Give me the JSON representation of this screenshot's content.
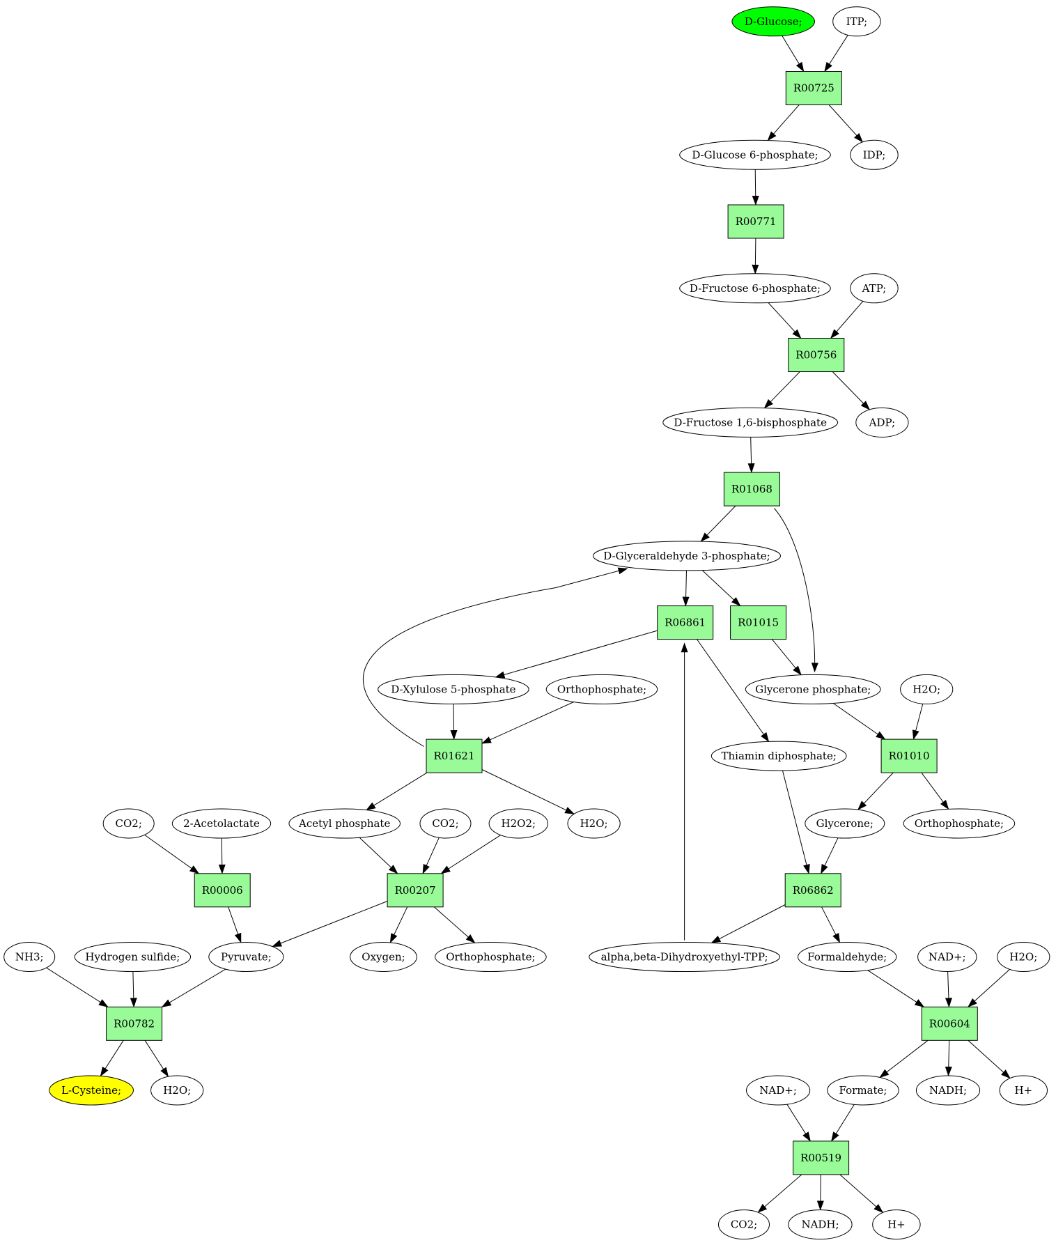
{
  "colors": {
    "reaction_fill": "#98FB98",
    "compound_fill": "#FFFFFF",
    "start_fill": "#00FF00",
    "target_fill": "#FFFF00",
    "stroke": "#000000"
  },
  "nodes": [
    {
      "id": "glucose",
      "label": "D-Glucose;",
      "kind": "start"
    },
    {
      "id": "itp",
      "label": "ITP;",
      "kind": "compound"
    },
    {
      "id": "R00725",
      "label": "R00725",
      "kind": "reaction"
    },
    {
      "id": "g6p",
      "label": "D-Glucose 6-phosphate;",
      "kind": "compound"
    },
    {
      "id": "idp",
      "label": "IDP;",
      "kind": "compound"
    },
    {
      "id": "R00771",
      "label": "R00771",
      "kind": "reaction"
    },
    {
      "id": "f6p",
      "label": "D-Fructose 6-phosphate;",
      "kind": "compound"
    },
    {
      "id": "atp",
      "label": "ATP;",
      "kind": "compound"
    },
    {
      "id": "R00756",
      "label": "R00756",
      "kind": "reaction"
    },
    {
      "id": "fbp",
      "label": "D-Fructose 1,6-bisphosphate",
      "kind": "compound"
    },
    {
      "id": "adp",
      "label": "ADP;",
      "kind": "compound"
    },
    {
      "id": "R01068",
      "label": "R01068",
      "kind": "reaction"
    },
    {
      "id": "gap",
      "label": "D-Glyceraldehyde 3-phosphate;",
      "kind": "compound"
    },
    {
      "id": "R06861",
      "label": "R06861",
      "kind": "reaction"
    },
    {
      "id": "R01015",
      "label": "R01015",
      "kind": "reaction"
    },
    {
      "id": "xu5p",
      "label": "D-Xylulose 5-phosphate",
      "kind": "compound"
    },
    {
      "id": "pi1",
      "label": "Orthophosphate;",
      "kind": "compound"
    },
    {
      "id": "dhap",
      "label": "Glycerone phosphate;",
      "kind": "compound"
    },
    {
      "id": "h2o1",
      "label": "H2O;",
      "kind": "compound"
    },
    {
      "id": "R01621",
      "label": "R01621",
      "kind": "reaction"
    },
    {
      "id": "tpp",
      "label": "Thiamin diphosphate;",
      "kind": "compound"
    },
    {
      "id": "R01010",
      "label": "R01010",
      "kind": "reaction"
    },
    {
      "id": "co2a",
      "label": "CO2;",
      "kind": "compound"
    },
    {
      "id": "acetolactate",
      "label": "2-Acetolactate",
      "kind": "compound"
    },
    {
      "id": "acetylp",
      "label": "Acetyl phosphate",
      "kind": "compound"
    },
    {
      "id": "co2b",
      "label": "CO2;",
      "kind": "compound"
    },
    {
      "id": "h2o2",
      "label": "H2O2;",
      "kind": "compound"
    },
    {
      "id": "h2o2b",
      "label": "H2O;",
      "kind": "compound"
    },
    {
      "id": "glycerone",
      "label": "Glycerone;",
      "kind": "compound"
    },
    {
      "id": "pi2",
      "label": "Orthophosphate;",
      "kind": "compound"
    },
    {
      "id": "R00006",
      "label": "R00006",
      "kind": "reaction"
    },
    {
      "id": "R00207",
      "label": "R00207",
      "kind": "reaction"
    },
    {
      "id": "R06862",
      "label": "R06862",
      "kind": "reaction"
    },
    {
      "id": "nh3",
      "label": "NH3;",
      "kind": "compound"
    },
    {
      "id": "h2s",
      "label": "Hydrogen sulfide;",
      "kind": "compound"
    },
    {
      "id": "pyruvate",
      "label": "Pyruvate;",
      "kind": "compound"
    },
    {
      "id": "oxygen",
      "label": "Oxygen;",
      "kind": "compound"
    },
    {
      "id": "pi3",
      "label": "Orthophosphate;",
      "kind": "compound"
    },
    {
      "id": "dhetpp",
      "label": "alpha,beta-Dihydroxyethyl-TPP;",
      "kind": "compound"
    },
    {
      "id": "formaldehyde",
      "label": "Formaldehyde;",
      "kind": "compound"
    },
    {
      "id": "nad1",
      "label": "NAD+;",
      "kind": "compound"
    },
    {
      "id": "h2o3",
      "label": "H2O;",
      "kind": "compound"
    },
    {
      "id": "R00782",
      "label": "R00782",
      "kind": "reaction"
    },
    {
      "id": "R00604",
      "label": "R00604",
      "kind": "reaction"
    },
    {
      "id": "cysteine",
      "label": "L-Cysteine;",
      "kind": "target"
    },
    {
      "id": "h2o4",
      "label": "H2O;",
      "kind": "compound"
    },
    {
      "id": "nad2",
      "label": "NAD+;",
      "kind": "compound"
    },
    {
      "id": "formate",
      "label": "Formate;",
      "kind": "compound"
    },
    {
      "id": "nadh1",
      "label": "NADH;",
      "kind": "compound"
    },
    {
      "id": "hplus1",
      "label": "H+",
      "kind": "compound"
    },
    {
      "id": "R00519",
      "label": "R00519",
      "kind": "reaction"
    },
    {
      "id": "co2c",
      "label": "CO2;",
      "kind": "compound"
    },
    {
      "id": "nadh2",
      "label": "NADH;",
      "kind": "compound"
    },
    {
      "id": "hplus2",
      "label": "H+",
      "kind": "compound"
    }
  ],
  "edges": [
    [
      "glucose",
      "R00725"
    ],
    [
      "itp",
      "R00725"
    ],
    [
      "R00725",
      "g6p"
    ],
    [
      "R00725",
      "idp"
    ],
    [
      "g6p",
      "R00771"
    ],
    [
      "R00771",
      "f6p"
    ],
    [
      "f6p",
      "R00756"
    ],
    [
      "atp",
      "R00756"
    ],
    [
      "R00756",
      "fbp"
    ],
    [
      "R00756",
      "adp"
    ],
    [
      "fbp",
      "R01068"
    ],
    [
      "R01068",
      "gap"
    ],
    [
      "R01068",
      "dhap"
    ],
    [
      "gap",
      "R06861"
    ],
    [
      "gap",
      "R01015"
    ],
    [
      "R01015",
      "dhap"
    ],
    [
      "R06861",
      "xu5p"
    ],
    [
      "R06861",
      "tpp"
    ],
    [
      "dhetpp",
      "R06861"
    ],
    [
      "xu5p",
      "R01621"
    ],
    [
      "pi1",
      "R01621"
    ],
    [
      "R01621",
      "gap"
    ],
    [
      "R01621",
      "acetylp"
    ],
    [
      "R01621",
      "h2o2b"
    ],
    [
      "dhap",
      "R01010"
    ],
    [
      "h2o1",
      "R01010"
    ],
    [
      "R01010",
      "glycerone"
    ],
    [
      "R01010",
      "pi2"
    ],
    [
      "tpp",
      "R06862"
    ],
    [
      "glycerone",
      "R06862"
    ],
    [
      "R06862",
      "dhetpp"
    ],
    [
      "R06862",
      "formaldehyde"
    ],
    [
      "co2a",
      "R00006"
    ],
    [
      "acetolactate",
      "R00006"
    ],
    [
      "R00006",
      "pyruvate"
    ],
    [
      "acetylp",
      "R00207"
    ],
    [
      "co2b",
      "R00207"
    ],
    [
      "h2o2",
      "R00207"
    ],
    [
      "R00207",
      "pyruvate"
    ],
    [
      "R00207",
      "oxygen"
    ],
    [
      "R00207",
      "pi3"
    ],
    [
      "nh3",
      "R00782"
    ],
    [
      "h2s",
      "R00782"
    ],
    [
      "pyruvate",
      "R00782"
    ],
    [
      "R00782",
      "cysteine"
    ],
    [
      "R00782",
      "h2o4"
    ],
    [
      "formaldehyde",
      "R00604"
    ],
    [
      "nad1",
      "R00604"
    ],
    [
      "h2o3",
      "R00604"
    ],
    [
      "R00604",
      "formate"
    ],
    [
      "R00604",
      "nadh1"
    ],
    [
      "R00604",
      "hplus1"
    ],
    [
      "nad2",
      "R00519"
    ],
    [
      "formate",
      "R00519"
    ],
    [
      "R00519",
      "co2c"
    ],
    [
      "R00519",
      "nadh2"
    ],
    [
      "R00519",
      "hplus2"
    ]
  ]
}
